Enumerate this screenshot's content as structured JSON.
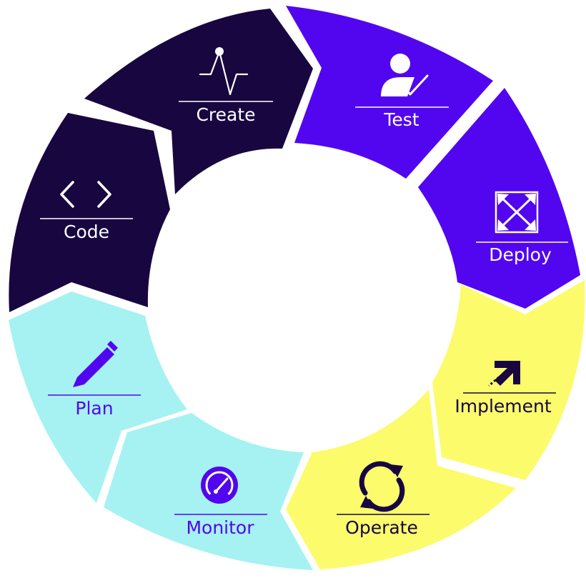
{
  "colors": {
    "background": "#ffffff",
    "dark_navy": "#170640",
    "purple": "#5206f0",
    "yellow": "#fbfb6c",
    "cyan": "#a6f2f2",
    "label_light": "#ffffff",
    "label_dark": "#170640",
    "label_purple": "#5206f0"
  },
  "segments": [
    {
      "id": "create",
      "label": "Create",
      "icon": "pulse-icon",
      "fill": "#170640",
      "text_color": "#ffffff"
    },
    {
      "id": "test",
      "label": "Test",
      "icon": "user-check-icon",
      "fill": "#5206f0",
      "text_color": "#ffffff"
    },
    {
      "id": "deploy",
      "label": "Deploy",
      "icon": "expand-arrows-icon",
      "fill": "#5206f0",
      "text_color": "#ffffff"
    },
    {
      "id": "implement",
      "label": "Implement",
      "icon": "arrow-target-icon",
      "fill": "#fbfb6c",
      "text_color": "#170640"
    },
    {
      "id": "operate",
      "label": "Operate",
      "icon": "refresh-icon",
      "fill": "#fbfb6c",
      "text_color": "#170640"
    },
    {
      "id": "monitor",
      "label": "Monitor",
      "icon": "gauge-icon",
      "fill": "#a6f2f2",
      "text_color": "#5206f0"
    },
    {
      "id": "plan",
      "label": "Plan",
      "icon": "pencil-icon",
      "fill": "#a6f2f2",
      "text_color": "#5206f0"
    },
    {
      "id": "code",
      "label": "Code",
      "icon": "code-brackets-icon",
      "fill": "#170640",
      "text_color": "#ffffff"
    }
  ]
}
